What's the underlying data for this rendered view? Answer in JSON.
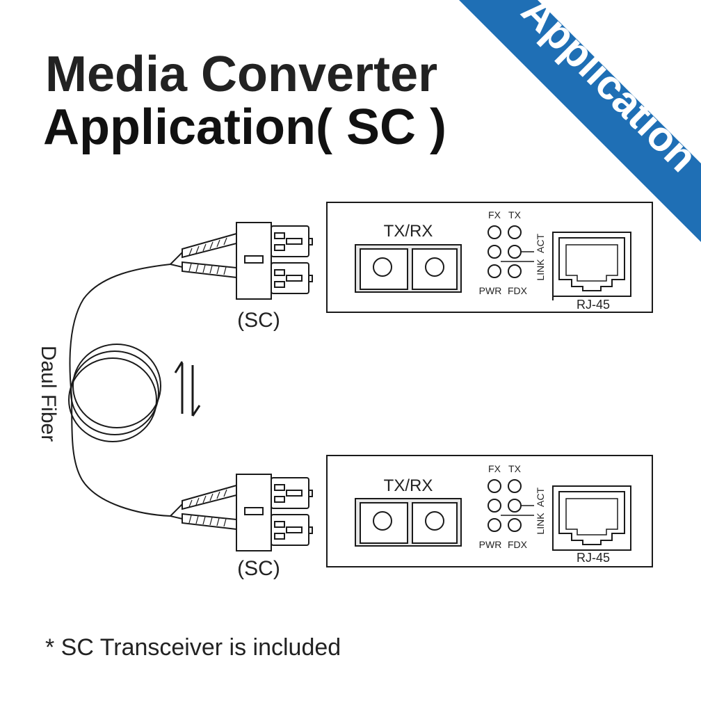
{
  "title": {
    "line1": "Media Converter",
    "line2": "Application( SC )"
  },
  "ribbon": {
    "label": "Application",
    "color": "#1f6fb5"
  },
  "fiber_label": "Daul Fiber",
  "connector_label": "(SC)",
  "converter": {
    "port_label": "TX/RX",
    "leds": {
      "fx": "FX",
      "tx": "TX",
      "act": "ACT",
      "link": "LINK",
      "pwr": "PWR",
      "fdx": "FDX"
    },
    "rj45_label": "RJ-45"
  },
  "footnote": "* SC Transceiver is included",
  "colors": {
    "line": "#1a1a1a",
    "port_fill": "#e8e8e8",
    "accent": "#1f6fb5"
  }
}
